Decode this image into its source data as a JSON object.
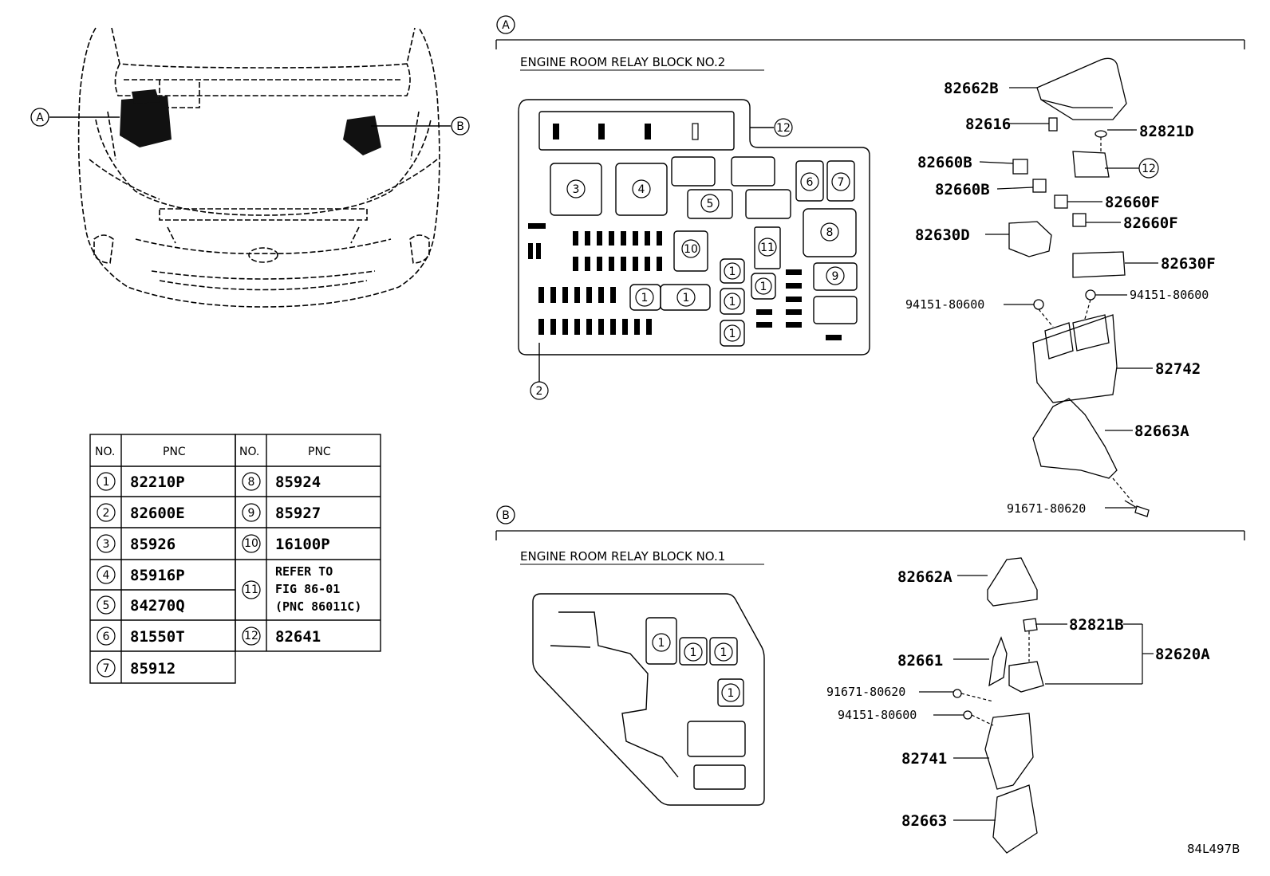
{
  "section_a": {
    "marker": "A",
    "title": "ENGINE ROOM RELAY BLOCK NO.2"
  },
  "section_b": {
    "marker": "B",
    "title": "ENGINE ROOM RELAY BLOCK NO.1"
  },
  "car_markers": {
    "a": "A",
    "b": "B"
  },
  "table": {
    "header_no": "NO.",
    "header_pnc": "PNC",
    "left": [
      {
        "no": "1",
        "pnc": "82210P"
      },
      {
        "no": "2",
        "pnc": "82600E"
      },
      {
        "no": "3",
        "pnc": "85926"
      },
      {
        "no": "4",
        "pnc": "85916P"
      },
      {
        "no": "5",
        "pnc": "84270Q"
      },
      {
        "no": "6",
        "pnc": "81550T"
      },
      {
        "no": "7",
        "pnc": "85912"
      }
    ],
    "right": [
      {
        "no": "8",
        "pnc": "85924"
      },
      {
        "no": "9",
        "pnc": "85927"
      },
      {
        "no": "10",
        "pnc": "16100P"
      },
      {
        "no": "11",
        "lines": [
          "REFER TO",
          "FIG 86-01",
          "(PNC 86011C)"
        ]
      },
      {
        "no": "12",
        "pnc": "82641"
      }
    ]
  },
  "block2_callouts": [
    "3",
    "4",
    "5",
    "6",
    "7",
    "8",
    "9",
    "10",
    "11",
    "1",
    "1",
    "1",
    "1",
    "1",
    "1",
    "12",
    "2"
  ],
  "block1_callouts": [
    "1",
    "1",
    "1",
    "1"
  ],
  "parts_a": {
    "p82662B": "82662B",
    "p82616": "82616",
    "p82821D": "82821D",
    "p82660B_1": "82660B",
    "c12": "12",
    "p82660B_2": "82660B",
    "p82660F_1": "82660F",
    "p82660F_2": "82660F",
    "p82630D": "82630D",
    "p82630F": "82630F",
    "p94151_L": "94151-80600",
    "p94151_R": "94151-80600",
    "p82742": "82742",
    "p82663A": "82663A",
    "p91671": "91671-80620"
  },
  "parts_b": {
    "p82662A": "82662A",
    "p82821B": "82821B",
    "p82620A": "82620A",
    "p82661": "82661",
    "p91671": "91671-80620",
    "p94151": "94151-80600",
    "p82741": "82741",
    "p82663": "82663"
  },
  "figure_code": "84L497B"
}
